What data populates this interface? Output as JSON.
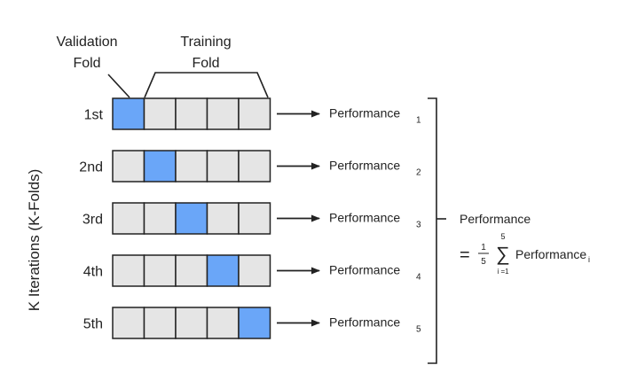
{
  "header": {
    "validation_line1": "Validation",
    "validation_line2": "Fold",
    "training_line1": "Training",
    "training_line2": "Fold"
  },
  "axis_label": "K Iterations (K-Folds)",
  "colors": {
    "validation_fold": "#6aa6f8",
    "training_fold": "#e5e5e5",
    "border": "#222222"
  },
  "iterations": [
    {
      "label": "1st",
      "validation_index": 0,
      "result": "Performance",
      "subscript": "1"
    },
    {
      "label": "2nd",
      "validation_index": 1,
      "result": "Performance",
      "subscript": "2"
    },
    {
      "label": "3rd",
      "validation_index": 2,
      "result": "Performance",
      "subscript": "3"
    },
    {
      "label": "4th",
      "validation_index": 3,
      "result": "Performance",
      "subscript": "4"
    },
    {
      "label": "5th",
      "validation_index": 4,
      "result": "Performance",
      "subscript": "5"
    }
  ],
  "folds_per_row": 5,
  "summary": {
    "title": "Performance",
    "equals": "=",
    "frac_num": "1",
    "frac_den": "5",
    "sigma": "∑",
    "sum_upper": "5",
    "sum_lower": "i =1",
    "term": "Performance",
    "term_sub": "i"
  }
}
